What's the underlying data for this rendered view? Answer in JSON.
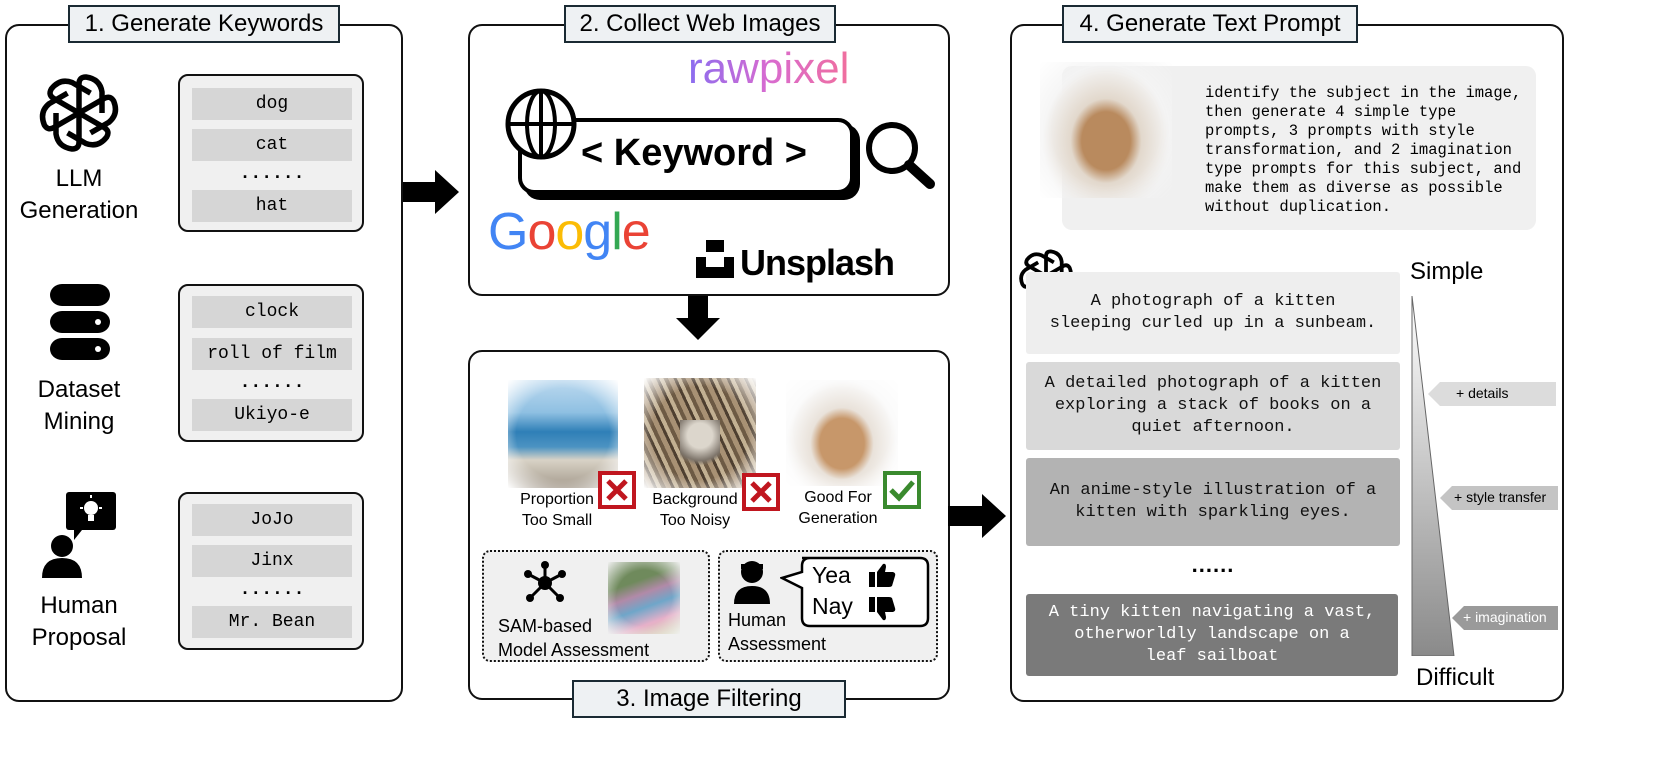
{
  "panel1": {
    "title": "1. Generate Keywords",
    "sources": [
      {
        "label": "LLM\nGeneration",
        "icon": "openai-logo-icon",
        "keywords": [
          "dog",
          "cat",
          "hat"
        ]
      },
      {
        "label": "Dataset\nMining",
        "icon": "database-icon",
        "keywords": [
          "clock",
          "roll of film",
          "Ukiyo-e"
        ]
      },
      {
        "label": "Human\nProposal",
        "icon": "person-idea-icon",
        "keywords": [
          "JoJo",
          "Jinx",
          "Mr. Bean"
        ]
      }
    ],
    "dots": "......"
  },
  "panel2": {
    "title": "2. Collect Web Images",
    "search_text": "< Keyword >",
    "brands": {
      "rawpixel": "rawpixel",
      "google": "Google",
      "unsplash": "Unsplash"
    }
  },
  "panel3": {
    "title": "3. Image Filtering",
    "examples": [
      {
        "label": "Proportion\nToo Small",
        "verdict": "reject"
      },
      {
        "label": "Background\nToo Noisy",
        "verdict": "reject"
      },
      {
        "label": "Good For\nGeneration",
        "verdict": "accept"
      }
    ],
    "sam_label": "SAM-based\nModel Assessment",
    "human_label": "Human\nAssessment",
    "yea": "Yea",
    "nay": "Nay"
  },
  "panel4": {
    "title": "4. Generate Text Prompt",
    "instruction": "identify the subject in the image,\nthen generate 4 simple type\nprompts, 3 prompts with style\ntransformation, and 2 imagination\ntype prompts for this subject, and\nmake them as diverse as possible\nwithout duplication.",
    "prompts": [
      "A photograph of a kitten\nsleeping curled up in a sunbeam.",
      "A detailed photograph of a kitten\nexploring a stack of books on a\nquiet afternoon.",
      "An anime-style illustration of a\nkitten with sparkling eyes.",
      "A tiny kitten navigating a vast,\notherworldly landscape on a\nleaf sailboat"
    ],
    "dots": "......",
    "simple": "Simple",
    "difficult": "Difficult",
    "tags": [
      "+ details",
      "+ style transfer",
      "+ imagination"
    ]
  },
  "colors": {
    "reject": "#c0161f",
    "accept": "#3a8a2e",
    "panel_title_bg": "#eef1f3"
  }
}
